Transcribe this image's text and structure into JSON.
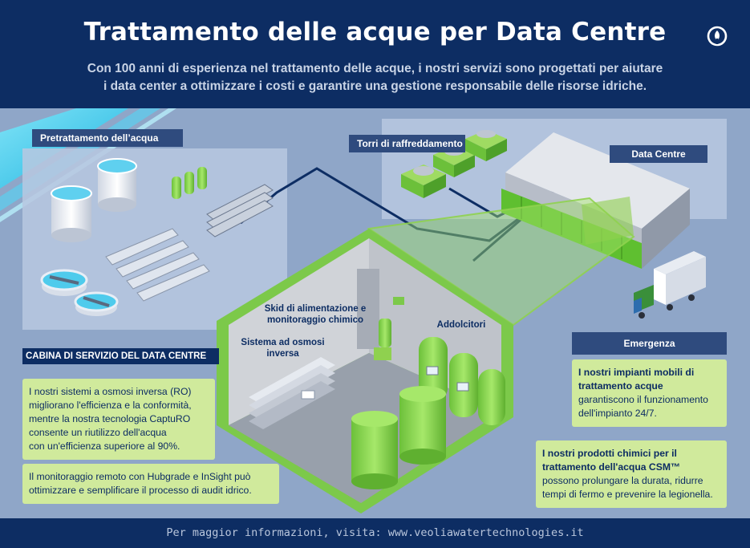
{
  "header": {
    "title": "Trattamento delle acque per Data Centre",
    "subtitle_line1": "Con 100 anni di esperienza nel trattamento delle acque, i nostri servizi sono progettati per aiutare",
    "subtitle_line2": "i data center a ottimizzare i costi e garantire una gestione responsabile delle risorse idriche."
  },
  "sections": {
    "pretreatment": "Pretrattamento dell’acqua",
    "cooling_towers": "Torri di raffreddamento",
    "data_centre": "Data Centre",
    "emergency": "Emergenza",
    "service_cabin": "CABINA DI SERVIZIO DEL DATA CENTRE"
  },
  "room_labels": {
    "chem_skid_line1": "Skid di alimentazione e",
    "chem_skid_line2": "monitoraggio chimico",
    "ro_system_line1": "Sistema ad osmosi",
    "ro_system_line2": "inversa",
    "softeners": "Addolcitori"
  },
  "text_boxes": {
    "ro": {
      "line1": "I nostri sistemi a osmosi inversa (RO)",
      "line2": "migliorano l'efficienza e la conformità,",
      "line3": "mentre la nostra tecnologia CaptuRO",
      "line4": "consente un riutilizzo dell'acqua",
      "line5": "con un'efficienza superiore al 90%."
    },
    "monitoring": {
      "line1": "Il monitoraggio remoto con Hubgrade e InSight può",
      "line2": "ottimizzare e semplificare il processo di audit idrico."
    },
    "mobile": {
      "bold1": "I nostri impianti mobili di",
      "bold2": "trattamento acque",
      "line3": "garantiscono il funzionamento",
      "line4": "dell'impianto 24/7."
    },
    "chemicals": {
      "bold1": "I nostri prodotti chimici per il",
      "bold2": "trattamento dell'acqua CSM™",
      "line3": "possono prolungare la durata, ridurre",
      "line4": "tempi di fermo e prevenire la legionella."
    }
  },
  "footer": {
    "text": "Per maggior informazioni, visita: www.veoliawatertechnologies.it"
  },
  "colors": {
    "navy": "#0d2d63",
    "background": "#8fa6c8",
    "panel": "#b8c8e0",
    "green": "#8fd14f",
    "light_green": "#d0ea9c",
    "water": "#2bc3e8"
  },
  "icons": {
    "logo": "veolia-logo-icon"
  }
}
